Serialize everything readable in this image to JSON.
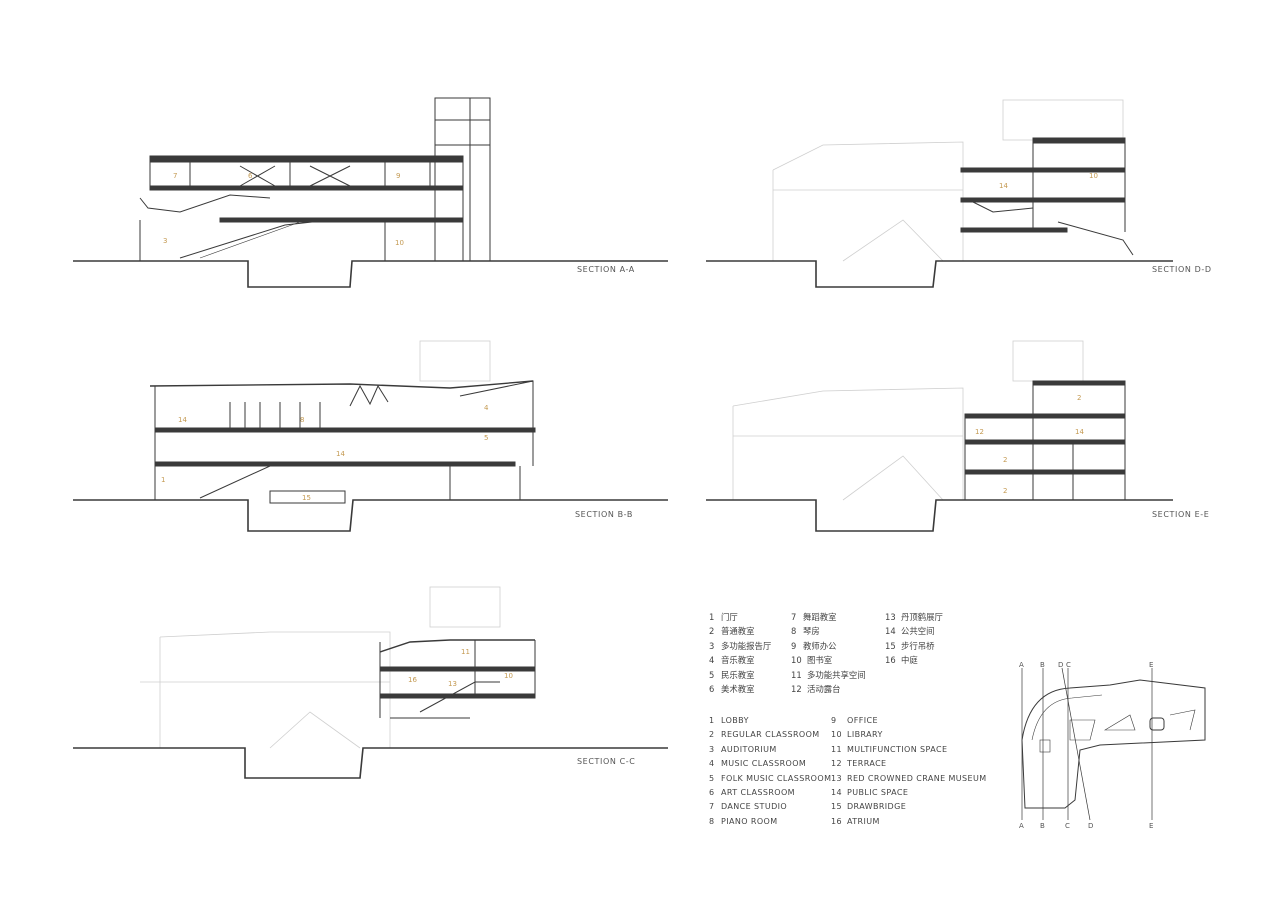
{
  "sections": [
    {
      "id": "a",
      "label": "SECTION A-A",
      "rooms": [
        {
          "n": "7"
        },
        {
          "n": "6"
        },
        {
          "n": "9"
        },
        {
          "n": "3"
        },
        {
          "n": "10"
        }
      ]
    },
    {
      "id": "d",
      "label": "SECTION D-D",
      "rooms": [
        {
          "n": "14"
        },
        {
          "n": "10"
        }
      ]
    },
    {
      "id": "b",
      "label": "SECTION B-B",
      "rooms": [
        {
          "n": "14"
        },
        {
          "n": "8"
        },
        {
          "n": "4"
        },
        {
          "n": "5"
        },
        {
          "n": "14"
        },
        {
          "n": "1"
        },
        {
          "n": "15"
        }
      ]
    },
    {
      "id": "e",
      "label": "SECTION E-E",
      "rooms": [
        {
          "n": "2"
        },
        {
          "n": "12"
        },
        {
          "n": "14"
        },
        {
          "n": "2"
        },
        {
          "n": "2"
        }
      ]
    },
    {
      "id": "c",
      "label": "SECTION C-C",
      "rooms": [
        {
          "n": "11"
        },
        {
          "n": "16"
        },
        {
          "n": "13"
        },
        {
          "n": "10"
        }
      ]
    }
  ],
  "legend_cn": [
    {
      "n": "1",
      "t": "门厅"
    },
    {
      "n": "2",
      "t": "普通教室"
    },
    {
      "n": "3",
      "t": "多功能报告厅"
    },
    {
      "n": "4",
      "t": "音乐教室"
    },
    {
      "n": "5",
      "t": "民乐教室"
    },
    {
      "n": "6",
      "t": "美术教室"
    },
    {
      "n": "7",
      "t": "舞蹈教室"
    },
    {
      "n": "8",
      "t": "琴房"
    },
    {
      "n": "9",
      "t": "教师办公"
    },
    {
      "n": "10",
      "t": "图书室"
    },
    {
      "n": "11",
      "t": "多功能共享空间"
    },
    {
      "n": "12",
      "t": "活动露台"
    },
    {
      "n": "13",
      "t": "丹顶鹤展厅"
    },
    {
      "n": "14",
      "t": "公共空间"
    },
    {
      "n": "15",
      "t": "步行吊桥"
    },
    {
      "n": "16",
      "t": "中庭"
    }
  ],
  "legend_en": [
    {
      "n": "1",
      "t": "LOBBY"
    },
    {
      "n": "2",
      "t": "REGULAR CLASSROOM"
    },
    {
      "n": "3",
      "t": "AUDITORIUM"
    },
    {
      "n": "4",
      "t": "MUSIC CLASSROOM"
    },
    {
      "n": "5",
      "t": "FOLK MUSIC CLASSROOM"
    },
    {
      "n": "6",
      "t": "ART CLASSROOM"
    },
    {
      "n": "7",
      "t": "DANCE STUDIO"
    },
    {
      "n": "8",
      "t": "PIANO ROOM"
    },
    {
      "n": "9",
      "t": "OFFICE"
    },
    {
      "n": "10",
      "t": "LIBRARY"
    },
    {
      "n": "11",
      "t": "MULTIFUNCTION SPACE"
    },
    {
      "n": "12",
      "t": "TERRACE"
    },
    {
      "n": "13",
      "t": "RED CROWNED CRANE MUSEUM"
    },
    {
      "n": "14",
      "t": "PUBLIC SPACE"
    },
    {
      "n": "15",
      "t": "DRAWBRIDGE"
    },
    {
      "n": "16",
      "t": "ATRIUM"
    }
  ],
  "key_plan": {
    "axes": [
      {
        "id": "a",
        "top": "A",
        "bottom": "A"
      },
      {
        "id": "b",
        "top": "B",
        "bottom": "B"
      },
      {
        "id": "c",
        "top": "C",
        "bottom": "C"
      },
      {
        "id": "d",
        "top": "D",
        "bottom": "D"
      },
      {
        "id": "e",
        "top": "E",
        "bottom": "E"
      }
    ]
  },
  "colors": {
    "line": "#3a3a3a",
    "faint": "#cfcfcf",
    "room_number": "#c49a52"
  }
}
